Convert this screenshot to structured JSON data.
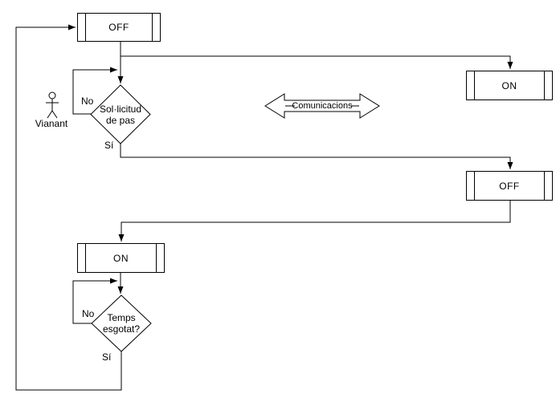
{
  "diagram": {
    "background": "#ffffff",
    "stroke_color": "#000000",
    "text_color": "#000000",
    "nodes": {
      "off_top": {
        "type": "process",
        "label": "OFF"
      },
      "request_decision": {
        "type": "decision",
        "line1": "Sol·licitud",
        "line2": "de pas"
      },
      "on_right": {
        "type": "process",
        "label": "ON"
      },
      "off_right": {
        "type": "process",
        "label": "OFF"
      },
      "on_bottom": {
        "type": "process",
        "label": "ON"
      },
      "timeout_decision": {
        "type": "decision",
        "line1": "Temps",
        "line2": "esgotat?"
      },
      "actor": {
        "type": "actor",
        "label": "Vianant"
      },
      "channel": {
        "type": "double-arrow",
        "label": "Comunicacions"
      }
    },
    "edge_labels": {
      "request_no": "No",
      "request_yes": "Sí",
      "timeout_no": "No",
      "timeout_yes": "Sí"
    }
  }
}
